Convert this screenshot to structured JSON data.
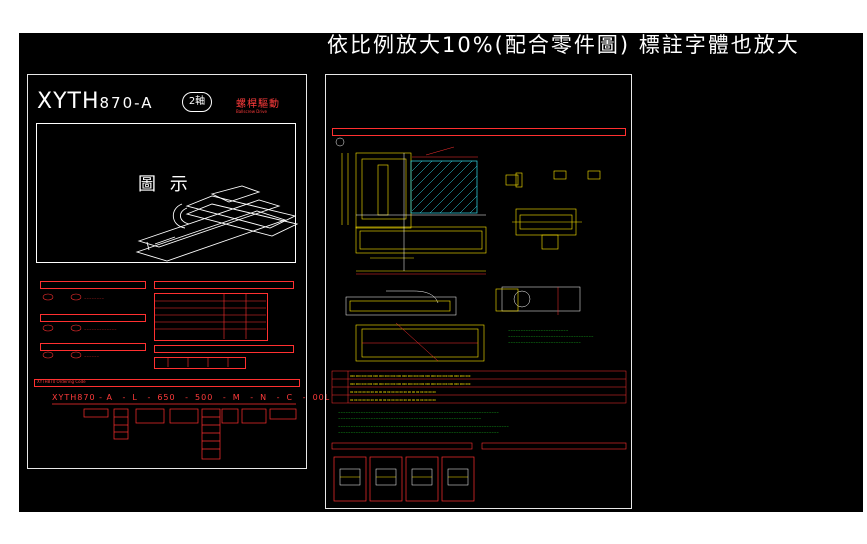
{
  "banner_note": "依比例放大10%(配合零件圖) 標註字體也放大",
  "left_sheet": {
    "model": "XYTH",
    "model_suffix": "870-A",
    "axis_badge": "2軸",
    "drive_title": "螺桿驅動",
    "drive_subtitle": "Ballscrew Drive",
    "illustration_caption": "圖 示",
    "order_code_title": "XYTH870 Ordering Code",
    "order_code": [
      "XYTH870 - A",
      "L",
      "650",
      "500",
      "M",
      "N",
      "C",
      "00L"
    ]
  },
  "colors": {
    "background": "#000000",
    "sheet_border": "#e8e8e8",
    "accent_red": "#ff3030",
    "accent_yellow": "#ffe600",
    "accent_green": "#21ff2a",
    "line_white": "#ffffff",
    "hatch_cyan": "#34e0f0"
  }
}
